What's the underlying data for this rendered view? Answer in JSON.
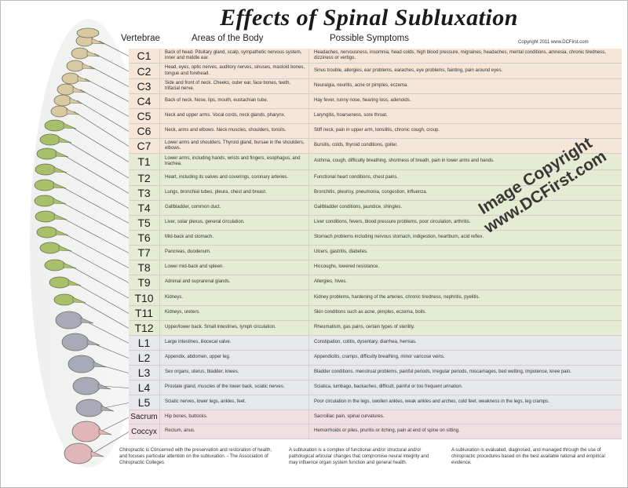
{
  "title": "Effects of Spinal Subluxation",
  "copyright": "Copyright 2011 www.DCFirst.com",
  "headers": {
    "vertebrae": "Vertebrae",
    "areas": "Areas of the Body",
    "symptoms": "Possible Symptoms"
  },
  "rows": [
    {
      "vert": "C1",
      "group": "cervical",
      "area": "Back of head. Pituitary gland, scalp, sympathetic nervous system, inner and middle ear.",
      "symptoms": "Headaches, nervousness, insomnia, head colds, high blood pressure, migraines, headaches, mental conditions, amnesia, chronic tiredness, dizziness or vertigo."
    },
    {
      "vert": "C2",
      "group": "cervical",
      "area": "Head, eyes, optic nerves, auditory nerves, sinuses, mastoid bones, tongue and forehead.",
      "symptoms": "Sinus trouble, allergies, ear problems, earaches, eye problems, fainting, pain around eyes."
    },
    {
      "vert": "C3",
      "group": "cervical",
      "area": "Side and front of neck. Cheeks, outer ear, face bones, teeth, trifacial nerve.",
      "symptoms": "Neuralgia, neuritis, acne or pimples, eczema."
    },
    {
      "vert": "C4",
      "group": "cervical",
      "area": "Back of neck. Nose, lips, mouth, eustachian tube.",
      "symptoms": "Hay fever, runny nose, hearing loss, adenoids."
    },
    {
      "vert": "C5",
      "group": "cervical",
      "area": "Neck and upper arms. Vocal cords, neck glands, pharynx.",
      "symptoms": "Laryngitis, hoarseness, sore throat."
    },
    {
      "vert": "C6",
      "group": "cervical",
      "area": "Neck, arms and elbows. Neck muscles, shoulders, tonsils.",
      "symptoms": "Stiff neck, pain in upper arm, tonsilitis, chronic cough, croup."
    },
    {
      "vert": "C7",
      "group": "cervical",
      "area": "Lower arms and shoulders. Thyroid gland, bursae in the shoulders, elbows.",
      "symptoms": "Bursitis, colds, thyroid conditions, goiter."
    },
    {
      "vert": "T1",
      "group": "thoracic",
      "area": "Lower arms, including hands, wrists and fingers, esophagus, and trachea.",
      "symptoms": "Asthma, cough, difficulty breathing, shortness of breath, pain in lower arms and hands."
    },
    {
      "vert": "T2",
      "group": "thoracic",
      "area": "Heart, including its valves and coverings, coronary arteries.",
      "symptoms": "Functional heart conditions, chest pains."
    },
    {
      "vert": "T3",
      "group": "thoracic",
      "area": "Lungs, bronchial tubes, pleura, chest and breast.",
      "symptoms": "Bronchitis, pleurisy, pneumonia, congestion, influenza."
    },
    {
      "vert": "T4",
      "group": "thoracic",
      "area": "Gallbladder, common duct.",
      "symptoms": "Gallbladder conditions, jaundice, shingles."
    },
    {
      "vert": "T5",
      "group": "thoracic",
      "area": "Liver, solar plexus, general circulation.",
      "symptoms": "Liver conditions, fevers, blood pressure problems, poor circulation, arthritis."
    },
    {
      "vert": "T6",
      "group": "thoracic",
      "area": "Mid-back and stomach.",
      "symptoms": "Stomach problems including nervous stomach, indigestion, heartburn, acid reflex."
    },
    {
      "vert": "T7",
      "group": "thoracic",
      "area": "Pancreas, duodenum.",
      "symptoms": "Ulcers, gastritis, diabetes."
    },
    {
      "vert": "T8",
      "group": "thoracic",
      "area": "Lower mid-back and spleen.",
      "symptoms": "Hiccoughs, lowered resistance."
    },
    {
      "vert": "T9",
      "group": "thoracic",
      "area": "Adrenal and suprarenal glands.",
      "symptoms": "Allergies, hives."
    },
    {
      "vert": "T10",
      "group": "thoracic",
      "area": "Kidneys.",
      "symptoms": "Kidney problems, hardening of the arteries, chronic tiredness, nephritis, pyelitis."
    },
    {
      "vert": "T11",
      "group": "thoracic",
      "area": "Kidneys, ureters.",
      "symptoms": "Skin conditions such as acne, pimples, eczema, boils."
    },
    {
      "vert": "T12",
      "group": "thoracic",
      "area": "Upper/lower back. Small intestines, lymph circulation.",
      "symptoms": "Rheumatism, gas pains, certain types of sterility."
    },
    {
      "vert": "L1",
      "group": "lumbar",
      "area": "Large intestines, iliocecal valve.",
      "symptoms": "Constipation, colitis, dysentary, diarrhea, hernias."
    },
    {
      "vert": "L2",
      "group": "lumbar",
      "area": "Appendix, abdomen, upper leg.",
      "symptoms": "Appendicitis, cramps, difficulty breathing, minor varicose veins."
    },
    {
      "vert": "L3",
      "group": "lumbar",
      "area": "Sex organs, uterus, bladder, knees.",
      "symptoms": "Bladder conditions, menstrual problems, painful periods, irregular periods, miscarriages, bed wetting, impotence, knee pain."
    },
    {
      "vert": "L4",
      "group": "lumbar",
      "area": "Prostate gland, muscles of the lower back, sciatic nerves.",
      "symptoms": "Sciatica, lumbago, backaches, difficult, painful or too frequent urination."
    },
    {
      "vert": "L5",
      "group": "lumbar",
      "area": "Sciatic nerves, lower legs, ankles, feet.",
      "symptoms": "Poor circulation in the legs, swollen ankles, weak ankles and arches, cold feet, weakness in the legs, leg cramps."
    },
    {
      "vert": "Sacrum",
      "group": "sacral",
      "area": "Hip bones, buttocks.",
      "symptoms": "Sacroiliac pain, spinal curvatures."
    },
    {
      "vert": "Coccyx",
      "group": "sacral",
      "area": "Rectum, anus.",
      "symptoms": "Hemorrhoids or piles, pruritis or itching, pain at end of spine on sitting."
    }
  ],
  "footer": {
    "left": "Chiropractic is Concerned with the preservation and restoration of health, and focuses particular attention on the subluxation. - The Association of Chiropractic Colleges",
    "middle": "A subluxation is a complex of functional and/or structural and/or pathological articular changes that compromise neural integrity and may influence organ system function and general health.",
    "right": "A subluxation is evaluated, diagnosed, and managed through the use of chiropractic procedures based on the best available rational and empirical evidence."
  },
  "watermark": {
    "line1": "Image Copyright",
    "line2": "www.DCFirst.com"
  },
  "colors": {
    "cervical": "#f5e6d7",
    "thoracic": "#e6ecd3",
    "lumbar": "#e6e8ec",
    "sacral": "#f0dfe3",
    "spine_cervical": "#d9c9a0",
    "spine_thoracic": "#a9c06a",
    "spine_lumbar": "#a8aab8",
    "spine_sacrum": "#e0b6ba"
  }
}
